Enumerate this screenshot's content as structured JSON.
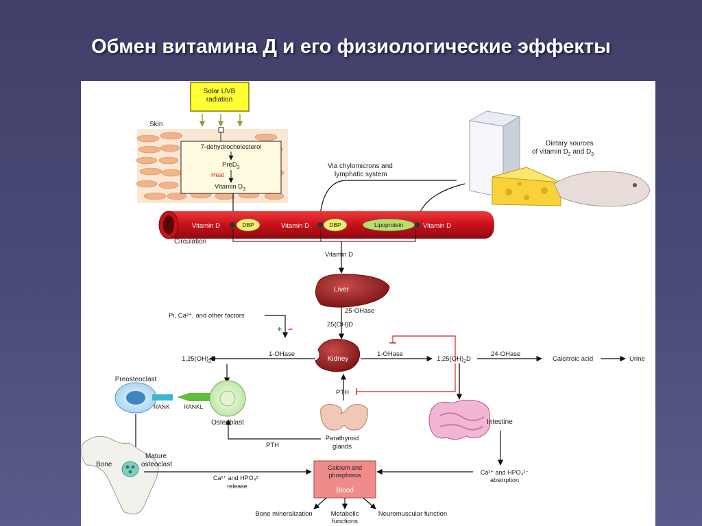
{
  "slide": {
    "title": "Обмен витамина Д и его физиологические эффекты"
  },
  "diagram": {
    "solar_line1": "Solar UVB",
    "solar_line2": "radiation",
    "skin": "Skin",
    "dehydro": "7-dehydrocholesterol",
    "pred": "PreD",
    "pred_sub": "3",
    "heat": "Heat",
    "vitd3": "Vitamin D",
    "vitd3_sub": "3",
    "via_line1": "Via chylomicrons and",
    "via_line2": "lymphatic system",
    "dietary_line1": "Dietary sources",
    "dietary_line2": "of vitamin D",
    "dietary_sub2": "2",
    "dietary_and": " and D",
    "dietary_sub3": "3",
    "vitamin_d": "Vitamin D",
    "dbp": "DBP",
    "lipoprotein": "Lipoprotein",
    "circulation": "Circulation",
    "liver": "Liver",
    "ohase25": "25-OHase",
    "ohd25": "25(OH)D",
    "pi_factors": "Pi, Ca²⁺, and other factors",
    "plus": "+",
    "minus": "−",
    "kidney": "Kidney",
    "ohase1": "1-OHase",
    "dihydroxy": "1,25(OH)",
    "dihydroxy_sub": "2",
    "dihydroxy_d": "D",
    "ohase24": "24-OHase",
    "calcitroic": "Calcitroic acid",
    "urine": "Urine",
    "pth": "PTH",
    "preosteoclast": "Preosteoclast",
    "rank": "RANK",
    "rankl": "RANKL",
    "osteoblast": "Osteoblast",
    "parathyroid_line1": "Parathyroid",
    "parathyroid_line2": "glands",
    "intestine": "Intestine",
    "bone": "Bone",
    "mature_line1": "Mature",
    "mature_line2": "osteoclast",
    "release_line1": "Ca²⁺ and HPO₄²⁻",
    "release_line2": "release",
    "absorption_line1": "Ca²⁺ and HPO₄²⁻",
    "absorption_line2": "absorption",
    "calcium_line1": "Calcium and",
    "calcium_line2": "phosphorus",
    "blood": "Blood",
    "bone_mineralization": "Bone mineralization",
    "metabolic_line1": "Metabolic",
    "metabolic_line2": "functions",
    "neuromuscular": "Neuromuscular function"
  },
  "colors": {
    "background": "#45456f",
    "vessel": "#d0121c",
    "uvb_box": "#ffff33",
    "dbp_fill": "#f2ef6c",
    "lipoprotein_fill": "#b9dc6a",
    "organ": "#9b1f20",
    "calcium_box": "#ef8b8b",
    "inhibition": "#c8252b"
  }
}
